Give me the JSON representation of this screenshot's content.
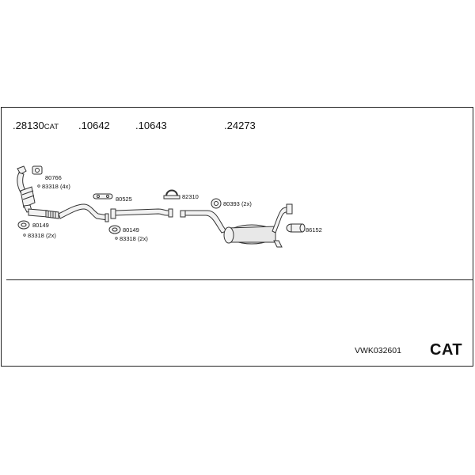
{
  "part_numbers": {
    "p1": {
      "dot": ".",
      "number": "28130",
      "suffix": "CAT"
    },
    "p2": {
      "dot": ".",
      "number": "10642"
    },
    "p3": {
      "dot": ".",
      "number": "10643"
    },
    "p4": {
      "dot": ".",
      "number": "24273"
    }
  },
  "accessories": {
    "a80766": "80766",
    "a83318_4x": "83318 (4x)",
    "a80525": "80525",
    "a82310": "82310",
    "a80393_2x": "80393 (2x)",
    "a86152": "86152",
    "a80149_left": "80149",
    "a83318_left": "83318 (2x)",
    "a80149_mid": "80149",
    "a83318_mid": "83318 (2x)"
  },
  "footer": {
    "kit_code": "VWK032601",
    "cat_label": "CAT"
  }
}
